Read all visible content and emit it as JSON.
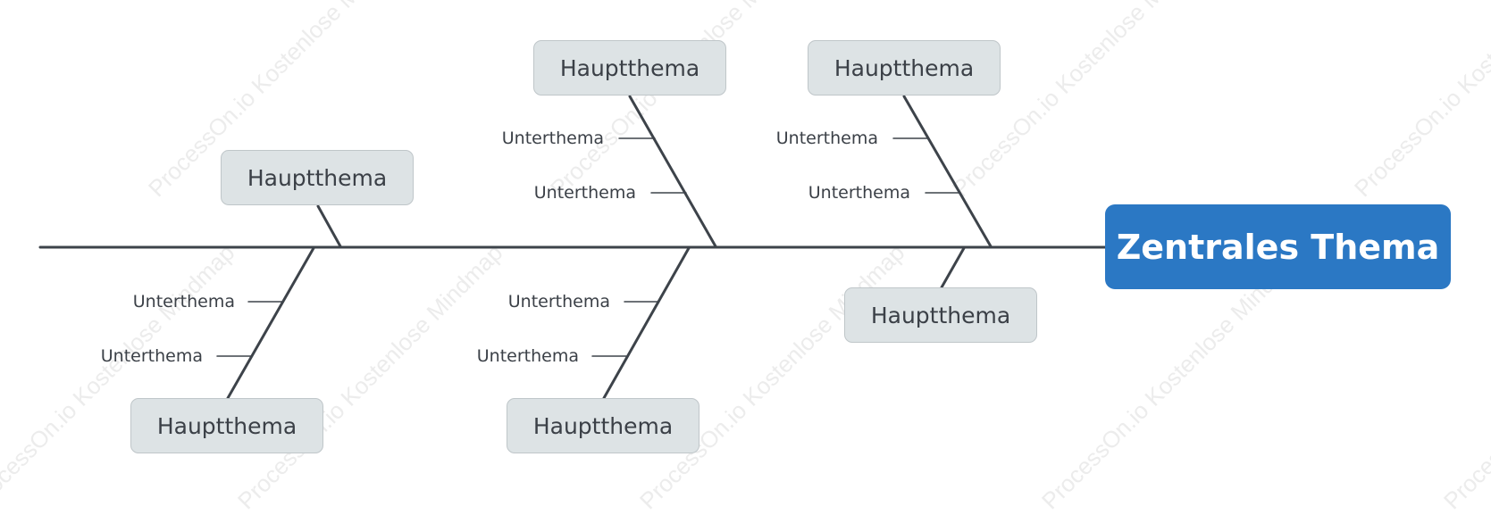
{
  "watermark": {
    "text": "ProcessOn.io Kostenlose Mindmap",
    "color": "#ececec"
  },
  "central_topic": {
    "label": "Zentrales Thema",
    "color": "#2b78c4"
  },
  "main_topics": [
    {
      "label": "Hauptthema",
      "subtopics": []
    },
    {
      "label": "Hauptthema",
      "subtopics": [
        "Unterthema",
        "Unterthema"
      ]
    },
    {
      "label": "Hauptthema",
      "subtopics": [
        "Unterthema",
        "Unterthema"
      ]
    },
    {
      "label": "Hauptthema",
      "subtopics": [
        "Unterthema",
        "Unterthema"
      ]
    },
    {
      "label": "Hauptthema",
      "subtopics": [
        "Unterthema",
        "Unterthema"
      ]
    },
    {
      "label": "Hauptthema",
      "subtopics": []
    }
  ],
  "colors": {
    "line": "#3d434a",
    "node_fill": "#dde3e5",
    "node_border": "#bfc6c9",
    "text": "#3b4047"
  }
}
